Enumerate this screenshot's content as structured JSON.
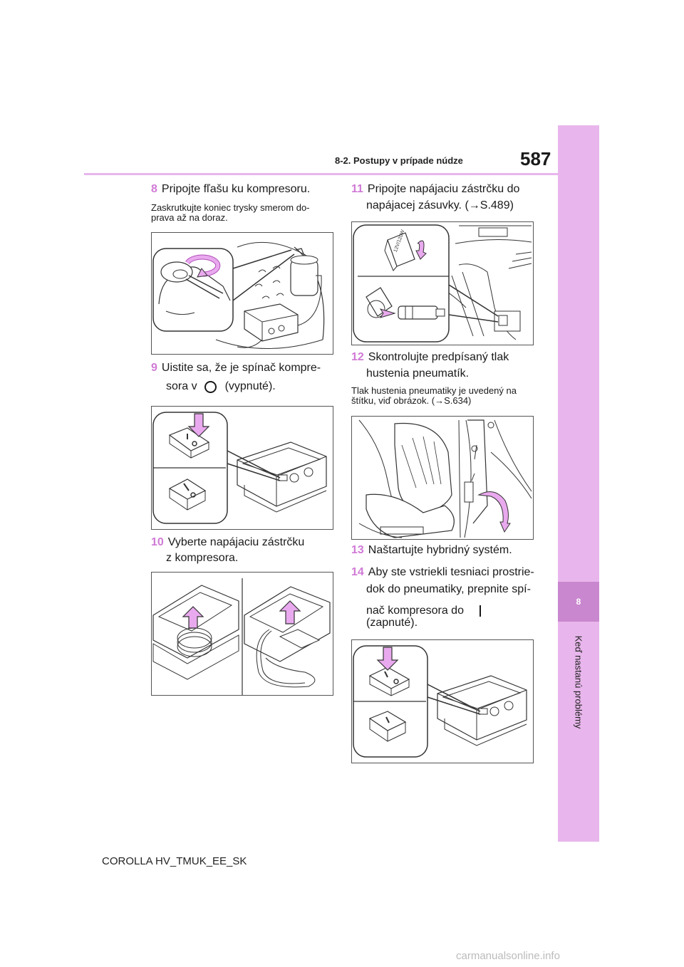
{
  "header": {
    "section": "8-2. Postupy v prípade núdze",
    "page_number": "587"
  },
  "sidebar": {
    "chapter_number": "8",
    "chapter_title": "Keď nastanú problémy"
  },
  "steps": {
    "s8": {
      "num": "8",
      "text": "Pripojte fľašu ku kompresoru.",
      "note": "Zaskrutkujte koniec trysky smerom do-prava až na doraz."
    },
    "s9": {
      "num": "9",
      "line1": "Uistite sa, že je spínač kompre-",
      "line2a": "sora v",
      "line2b": "(vypnuté)."
    },
    "s10": {
      "num": "10",
      "line1": "Vyberte napájaciu zástrčku",
      "line2": "z kompresora."
    },
    "s11": {
      "num": "11",
      "line1": "Pripojte napájaciu zástrčku do",
      "line2": "napájacej zásuvky. (→S.489)"
    },
    "s12": {
      "num": "12",
      "line1": "Skontrolujte predpísaný tlak",
      "line2": "hustenia pneumatík.",
      "note": "Tlak hustenia pneumatiky je uvedený na štítku, viď obrázok. (→S.634)"
    },
    "s13": {
      "num": "13",
      "text": "Naštartujte hybridný systém."
    },
    "s14": {
      "num": "14",
      "line1": "Aby ste vstriekli tesniaci prostrie-",
      "line2": "dok do pneumatiky, prepnite spí-",
      "line3": "nač kompresora do",
      "line4": "(zapnuté)."
    }
  },
  "figures": {
    "fig11_label": "12V/120W"
  },
  "footer": {
    "model": "COROLLA HV_TMUK_EE_SK",
    "watermark": "carmanualsonline.info"
  },
  "colors": {
    "accent": "#d07ad6",
    "sidebar": "#e8b6ec",
    "sidebar_tab": "#c987cf",
    "arrow_fill": "#e9a9ee"
  }
}
